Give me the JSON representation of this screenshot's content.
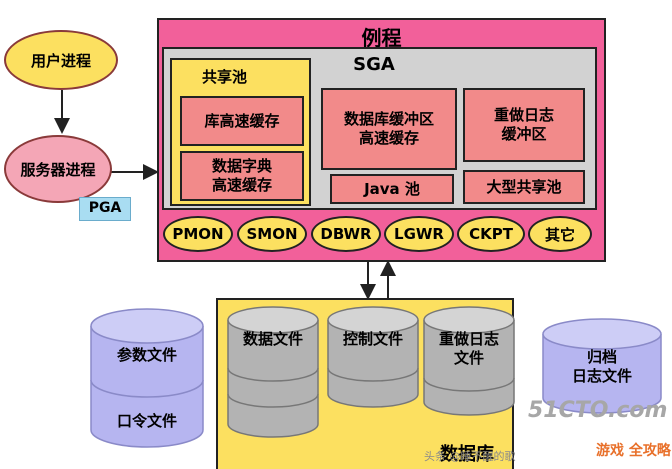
{
  "instance": {
    "title": "例程"
  },
  "sga": {
    "title": "SGA"
  },
  "shared_pool": {
    "title": "共享池",
    "library_cache": "库高速缓存",
    "dictionary_cache": "数据字典\n高速缓存"
  },
  "db_buffer_cache": "数据库缓冲区\n高速缓存",
  "redo_log_buffer": "重做日志\n缓冲区",
  "java_pool": "Java 池",
  "large_pool": "大型共享池",
  "background_processes": [
    "PMON",
    "SMON",
    "DBWR",
    "LGWR",
    "CKPT",
    "其它"
  ],
  "user_process": "用户进程",
  "server_process": "服务器进程",
  "pga": "PGA",
  "database": {
    "title": "数据库",
    "data_files": "数据文件",
    "control_files": "控制文件",
    "redo_log_files": "重做日志\n文件"
  },
  "parameter_file": "参数文件",
  "password_file": "口令文件",
  "archived_log_files": "归档\n日志文件",
  "watermarks": {
    "site": "51CTO.com",
    "credit": "头条 @睡不醒的歌",
    "game_site": "游戏 全攻略"
  },
  "colors": {
    "instance_bg": "#f2609a",
    "sga_bg": "#d2d2d2",
    "yellow": "#fce060",
    "salmon": "#f28a8a",
    "cylinder": "#b6b5f0"
  }
}
